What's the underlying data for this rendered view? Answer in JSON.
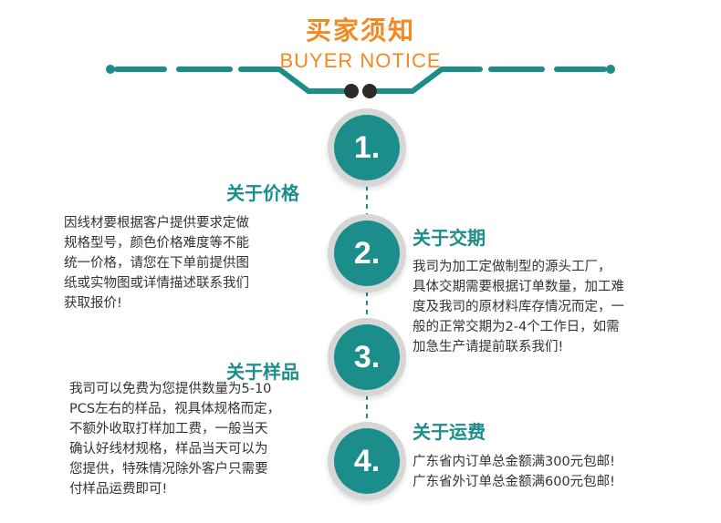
{
  "header": {
    "title_cn": "买家须知",
    "title_en": "BUYER NOTICE"
  },
  "colors": {
    "accent_orange": "#f08a24",
    "teal": "#1b8d8a",
    "ring_grey": "#d6d6d6",
    "text": "#333333"
  },
  "steps": [
    {
      "number": "1."
    },
    {
      "number": "2."
    },
    {
      "number": "3."
    },
    {
      "number": "4."
    }
  ],
  "sections": {
    "price": {
      "title": "关于价格",
      "lines": [
        "因线材要根据客户提供要求定做",
        "规格型号，颜色价格难度等不能",
        "统一价格，请您在下单前提供图",
        "纸或实物图或详情描述联系我们",
        "获取报价!"
      ]
    },
    "delivery": {
      "title": "关于交期",
      "lines": [
        "我司为加工定做制型的源头工厂，",
        "具体交期需要根据订单数量，加工难",
        "度及我司的原材料库存情况而定，一",
        "般的正常交期为2-4个工作日，如需",
        "加急生产请提前联系我们!"
      ]
    },
    "sample": {
      "title": "关于样品",
      "lines": [
        "我司可以免费为您提供数量为5-10",
        "PCS左右的样品，视具体规格而定，",
        "不额外收取打样加工费，一般当天",
        "确认好线材规格，样品当天可以为",
        "您提供，特殊情况除外客户只需要",
        "付样品运费即可!"
      ]
    },
    "shipping": {
      "title": "关于运费",
      "lines": [
        "广东省内订单总金额满300元包邮!",
        "广东省外订单总金额满600元包邮!"
      ]
    }
  }
}
